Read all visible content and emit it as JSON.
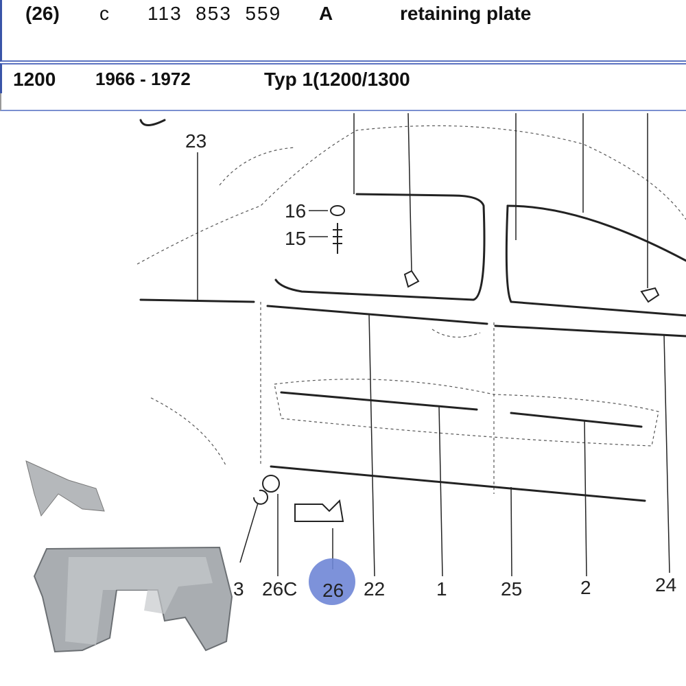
{
  "header": {
    "ref": "(26)",
    "code_letter": "c",
    "part_number": "113  853  559",
    "part_suffix": "A",
    "description": "retaining plate"
  },
  "model_row": {
    "engine": "1200",
    "years": "1966 - 1972",
    "type": "Typ 1(1200/1300"
  },
  "diagram": {
    "callouts": [
      "23",
      "16",
      "15",
      "22",
      "1",
      "25",
      "2",
      "24",
      "26C",
      "26",
      "3"
    ],
    "highlight_color": "#6f86d6"
  }
}
